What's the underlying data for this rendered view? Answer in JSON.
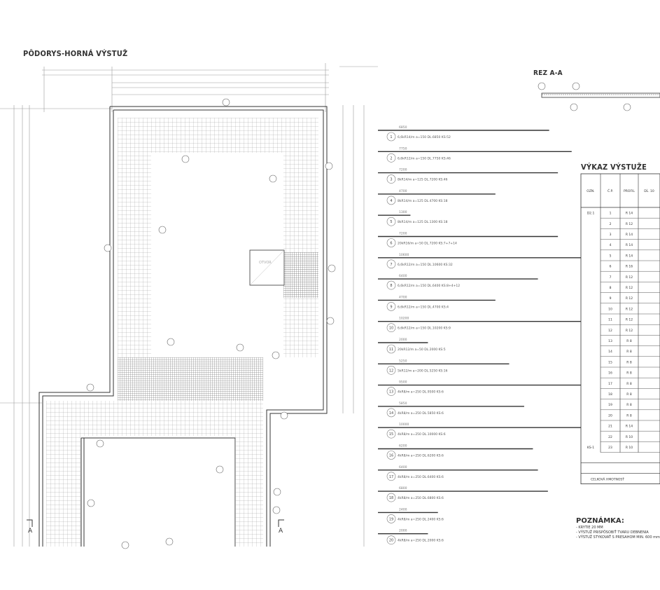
{
  "titles": {
    "plan": "PÔDORYS-HORNÁ VÝSTUŽ",
    "section": "REZ A-A",
    "schedule": "VÝKAZ VÝSTUŽE"
  },
  "plan_labels": {
    "opening": "OTVOR",
    "section_mark_left": "A",
    "section_mark_right": "A"
  },
  "schedule": {
    "headers": [
      "OZN.",
      "Č.P.",
      "PROFIL",
      "DĹ. 10"
    ],
    "rows": [
      {
        "ozn": "D2.1",
        "cp": "1",
        "profil": "R 14"
      },
      {
        "ozn": "",
        "cp": "2",
        "profil": "R 12"
      },
      {
        "ozn": "",
        "cp": "3",
        "profil": "R 14"
      },
      {
        "ozn": "",
        "cp": "4",
        "profil": "R 14"
      },
      {
        "ozn": "",
        "cp": "5",
        "profil": "R 14"
      },
      {
        "ozn": "",
        "cp": "6",
        "profil": "R 16"
      },
      {
        "ozn": "",
        "cp": "7",
        "profil": "R 12"
      },
      {
        "ozn": "",
        "cp": "8",
        "profil": "R 12"
      },
      {
        "ozn": "",
        "cp": "9",
        "profil": "R 12"
      },
      {
        "ozn": "",
        "cp": "10",
        "profil": "R 12"
      },
      {
        "ozn": "",
        "cp": "11",
        "profil": "R 12"
      },
      {
        "ozn": "",
        "cp": "12",
        "profil": "R 12"
      },
      {
        "ozn": "",
        "cp": "13",
        "profil": "R 8"
      },
      {
        "ozn": "",
        "cp": "14",
        "profil": "R 8"
      },
      {
        "ozn": "",
        "cp": "15",
        "profil": "R 8"
      },
      {
        "ozn": "",
        "cp": "16",
        "profil": "R 8"
      },
      {
        "ozn": "",
        "cp": "17",
        "profil": "R 8"
      },
      {
        "ozn": "",
        "cp": "18",
        "profil": "R 8"
      },
      {
        "ozn": "",
        "cp": "19",
        "profil": "R 8"
      },
      {
        "ozn": "",
        "cp": "20",
        "profil": "R 8"
      },
      {
        "ozn": "",
        "cp": "21",
        "profil": "R 14"
      },
      {
        "ozn": "",
        "cp": "22",
        "profil": "R 10"
      },
      {
        "ozn": "KS-1",
        "cp": "23",
        "profil": "R 10"
      }
    ],
    "total_label": "CELKOVÁ HMOTNOSŤ"
  },
  "bars": [
    {
      "no": "1",
      "length": "6850",
      "desc": "6,6kR14/m a=150 DL.6850 KS:52"
    },
    {
      "no": "2",
      "length": "7750",
      "desc": "6,6kR12/m a=150 DL.7750 KS:46"
    },
    {
      "no": "3",
      "length": "7200",
      "desc": "8kR14/m a=125 DL.7200 KS:46"
    },
    {
      "no": "4",
      "length": "4700",
      "desc": "8kR14/m a=125 DL.4700 KS:18"
    },
    {
      "no": "5",
      "length": "1300",
      "desc": "8kR14/m a=125 DL.1300 KS:18"
    },
    {
      "no": "6",
      "length": "7200",
      "desc": "20kR16/m a=50 DL.7200 KS:7+7+14"
    },
    {
      "no": "7",
      "length": "10600",
      "desc": "6,6kR12/m a=150 DL.10600 KS:32"
    },
    {
      "no": "8",
      "length": "6400",
      "desc": "6,6kR12/m a=150 DL.6400 KS:8+4+12"
    },
    {
      "no": "9",
      "length": "4700",
      "desc": "6,6kR12/m a=150 DL.4700 KS:4"
    },
    {
      "no": "10",
      "length": "10200",
      "desc": "6,6kR12/m a=150 DL.10200 KS:9"
    },
    {
      "no": "11",
      "length": "2000",
      "desc": "20kR12/m a=50 DL.2000 KS:5"
    },
    {
      "no": "12",
      "length": "5250",
      "desc": "5kR12/m a=200 DL.5250 KS:16"
    },
    {
      "no": "13",
      "length": "9500",
      "desc": "4kR8/m a=250 DL.9500 KS:6"
    },
    {
      "no": "14",
      "length": "5850",
      "desc": "4kR8/m a=250 DL.5850 KS:6"
    },
    {
      "no": "15",
      "length": "10000",
      "desc": "4kR8/m a=250 DL.10000 KS:6"
    },
    {
      "no": "16",
      "length": "6200",
      "desc": "4kR8/m a=250 DL.6200 KS:6"
    },
    {
      "no": "17",
      "length": "6400",
      "desc": "4kR8/m a=250 DL.6400 KS:6"
    },
    {
      "no": "18",
      "length": "6800",
      "desc": "4kR8/m a=250 DL.6800 KS:6"
    },
    {
      "no": "19",
      "length": "2400",
      "desc": "4kR8/m a=250 DL.2400 KS:6"
    },
    {
      "no": "20",
      "length": "2000",
      "desc": "4kR8/m a=250 DL.2000 KS:6"
    }
  ],
  "note": {
    "title": "POZNÁMKA:",
    "lines": [
      "- KRYTIE 20 MM",
      "- VÝSTUŽ PRISPÔSOBIŤ TVARU DEBNENIA",
      "- VÝSTUŽ STYKOVAŤ S PRESAHOM MIN. 600 mm"
    ]
  },
  "colors": {
    "line": "#333333",
    "grid": "#888888",
    "dim": "#9a9a9a",
    "text": "#555555"
  }
}
